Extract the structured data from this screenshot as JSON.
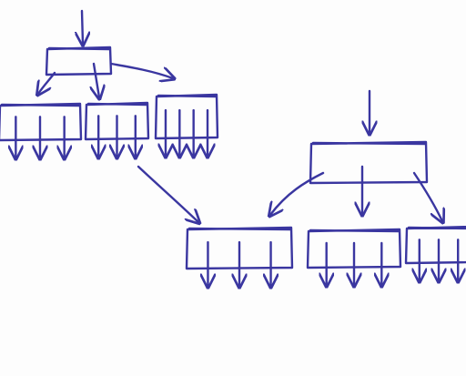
{
  "diagram": {
    "kind": "hand-drawn tree of linked node boxes",
    "ink_color": "#3a36a0",
    "paper_color": "#fdfdfd",
    "trees": [
      {
        "root": {
          "id": "A",
          "children": [
            "A1",
            "A2",
            "A3"
          ]
        },
        "children": [
          {
            "id": "A1",
            "pointer_arrows": 3
          },
          {
            "id": "A2",
            "pointer_arrows": 3
          },
          {
            "id": "A3",
            "pointer_arrows": 4
          }
        ]
      },
      {
        "root": {
          "id": "B",
          "children": [
            "B1",
            "B2",
            "B3"
          ]
        },
        "children": [
          {
            "id": "B1",
            "pointer_arrows": 3
          },
          {
            "id": "B2",
            "pointer_arrows": 3
          },
          {
            "id": "B3",
            "pointer_arrows": 3
          }
        ]
      }
    ],
    "cross_links": [
      {
        "from": "A2",
        "to": "B1"
      }
    ]
  }
}
